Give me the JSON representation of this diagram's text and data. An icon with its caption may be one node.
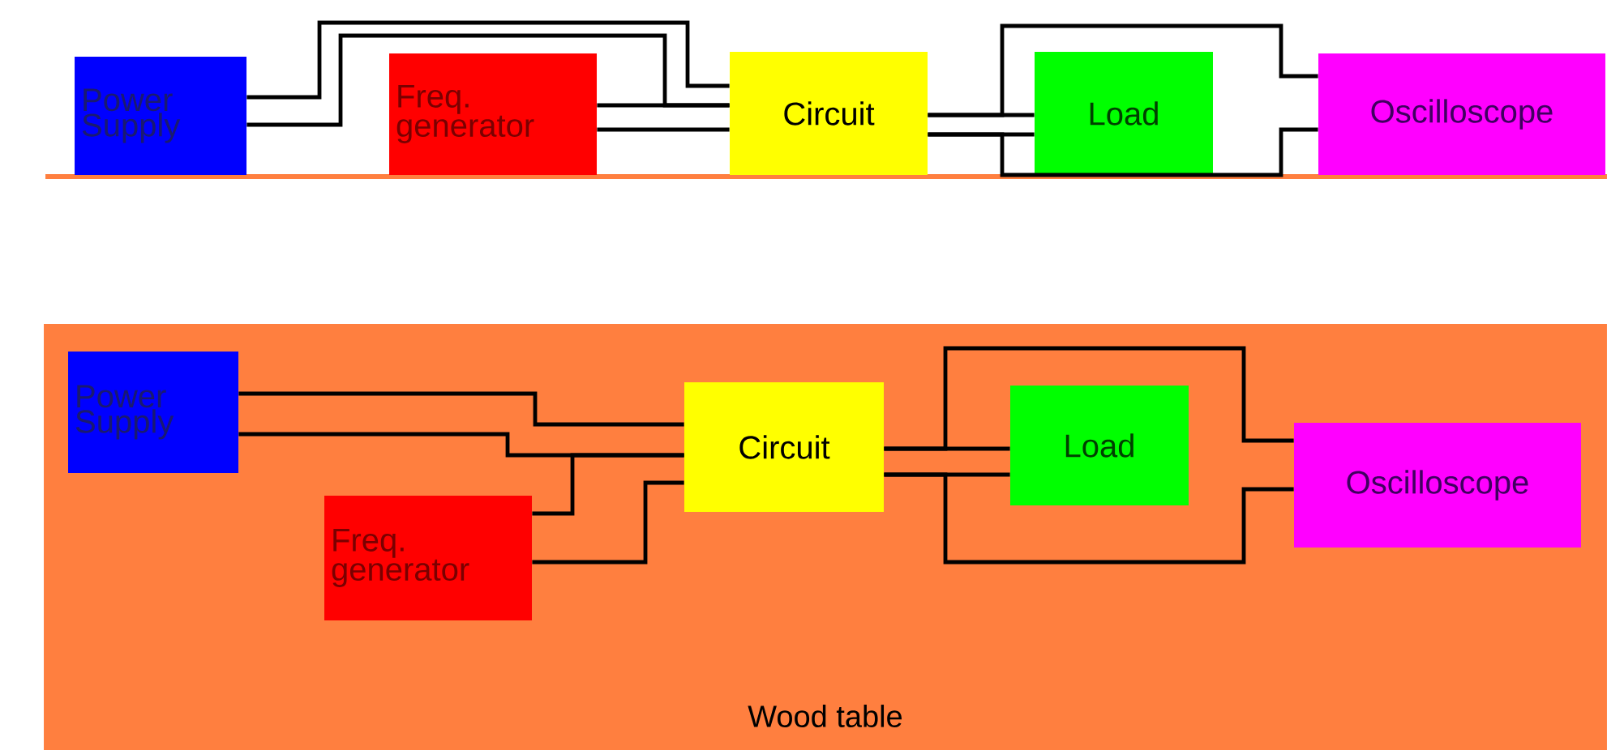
{
  "diagram": {
    "nodes": [
      {
        "text": [
          "Power Supply"
        ]
      },
      {
        "text": [
          "Freq. generator"
        ]
      },
      {
        "text": [
          "Circuit"
        ]
      },
      {
        "text": [
          "Load"
        ]
      },
      {
        "text": [
          "Oscilloscope"
        ]
      },
      {
        "text": [
          "Wood table"
        ]
      },
      {
        "text": [
          "Power Supply"
        ],
        "in": 5
      },
      {
        "text": [
          "Freq. generator"
        ],
        "in": 5
      },
      {
        "text": [
          "Circuit"
        ],
        "in": 5
      },
      {
        "text": [
          "Load"
        ],
        "in": 5
      },
      {
        "text": [
          "Oscilloscope"
        ],
        "in": 5
      }
    ],
    "edges": [
      {
        "from": 0,
        "to": 2,
        "arrow": "none"
      },
      {
        "from": 0,
        "to": 2,
        "arrow": "none"
      },
      {
        "from": 1,
        "to": 2,
        "arrow": "none"
      },
      {
        "from": 1,
        "to": 2,
        "arrow": "none"
      },
      {
        "from": 2,
        "to": 3,
        "arrow": "none"
      },
      {
        "from": 2,
        "to": 3,
        "arrow": "none"
      },
      {
        "from": 2,
        "to": 4,
        "arrow": "none"
      },
      {
        "from": 2,
        "to": 4,
        "arrow": "none"
      },
      {
        "from": 6,
        "to": 8,
        "arrow": "none"
      },
      {
        "from": 6,
        "to": 8,
        "arrow": "none"
      },
      {
        "from": 7,
        "to": 8,
        "arrow": "none"
      },
      {
        "from": 7,
        "to": 8,
        "arrow": "none"
      },
      {
        "from": 8,
        "to": 9,
        "arrow": "none"
      },
      {
        "from": 8,
        "to": 9,
        "arrow": "none"
      },
      {
        "from": 8,
        "to": 10,
        "arrow": "none"
      },
      {
        "from": 8,
        "to": 10,
        "arrow": "none"
      }
    ]
  }
}
